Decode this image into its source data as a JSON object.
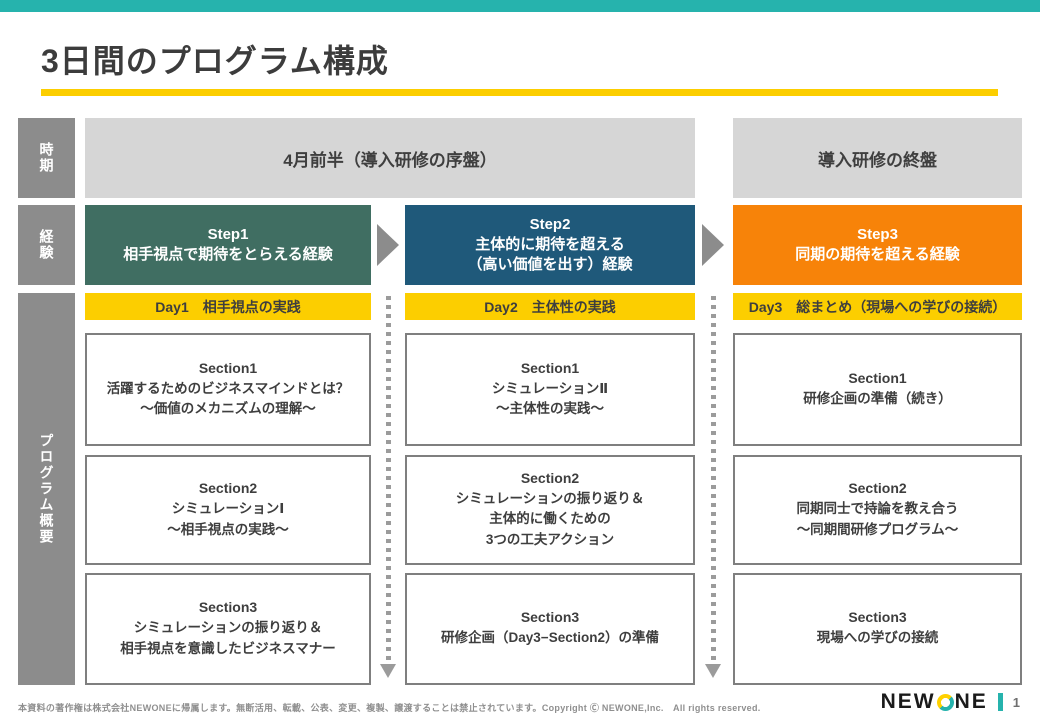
{
  "slide": {
    "title": "3日間のプログラム構成",
    "page_number": "1",
    "footer": "本資料の著作権は株式会社NEWONEに帰属します。無断活用、転載、公表、変更、複製、譲渡することは禁止されています。Copyright Ⓒ NEWONE,Inc.　All rights reserved.",
    "logo": {
      "part1": "NEW",
      "part2": "NE"
    }
  },
  "colors": {
    "accent_teal": "#26b3ad",
    "accent_yellow": "#fcce00",
    "label_gray": "#8c8c8c",
    "cell_gray": "#d6d6d6",
    "arrow_gray": "#8c8c8c",
    "step1_bg": "#406e62",
    "step2_bg": "#1f597a",
    "step3_bg": "#f78309"
  },
  "rows": {
    "period": {
      "label": "時期",
      "cells": [
        "4月前半（導入研修の序盤）",
        "導入研修の終盤"
      ]
    },
    "experience": {
      "label": "経験",
      "steps": [
        {
          "name": "Step1",
          "desc": "相手視点で期待をとらえる経験",
          "color": "#406e62"
        },
        {
          "name": "Step2",
          "desc": "主体的に期待を超える\n（高い価値を出す）経験",
          "color": "#1f597a"
        },
        {
          "name": "Step3",
          "desc": "同期の期待を超える経験",
          "color": "#f78309"
        }
      ]
    },
    "overview": {
      "label": "プログラム概要",
      "columns": [
        {
          "day_header": "Day1　相手視点の実践",
          "sections": [
            {
              "name": "Section1",
              "body": "活躍するためのビジネスマインドとは？\n～価値のメカニズムの理解～"
            },
            {
              "name": "Section2",
              "body": "シミュレーションⅠ\n～相手視点の実践～"
            },
            {
              "name": "Section3",
              "body": "シミュレーションの振り返り＆\n相手視点を意識したビジネスマナー"
            }
          ]
        },
        {
          "day_header": "Day2　主体性の実践",
          "sections": [
            {
              "name": "Section1",
              "body": "シミュレーションⅡ\n～主体性の実践～"
            },
            {
              "name": "Section2",
              "body": "シミュレーションの振り返り＆\n主体的に働くための\n3つの工夫アクション"
            },
            {
              "name": "Section3",
              "body": "研修企画（Day3−Section2）の準備"
            }
          ]
        },
        {
          "day_header": "Day3　総まとめ（現場への学びの接続）",
          "sections": [
            {
              "name": "Section1",
              "body": "研修企画の準備（続き）"
            },
            {
              "name": "Section2",
              "body": "同期同士で持論を教え合う\n～同期間研修プログラム～"
            },
            {
              "name": "Section3",
              "body": "現場への学びの接続"
            }
          ]
        }
      ]
    }
  }
}
